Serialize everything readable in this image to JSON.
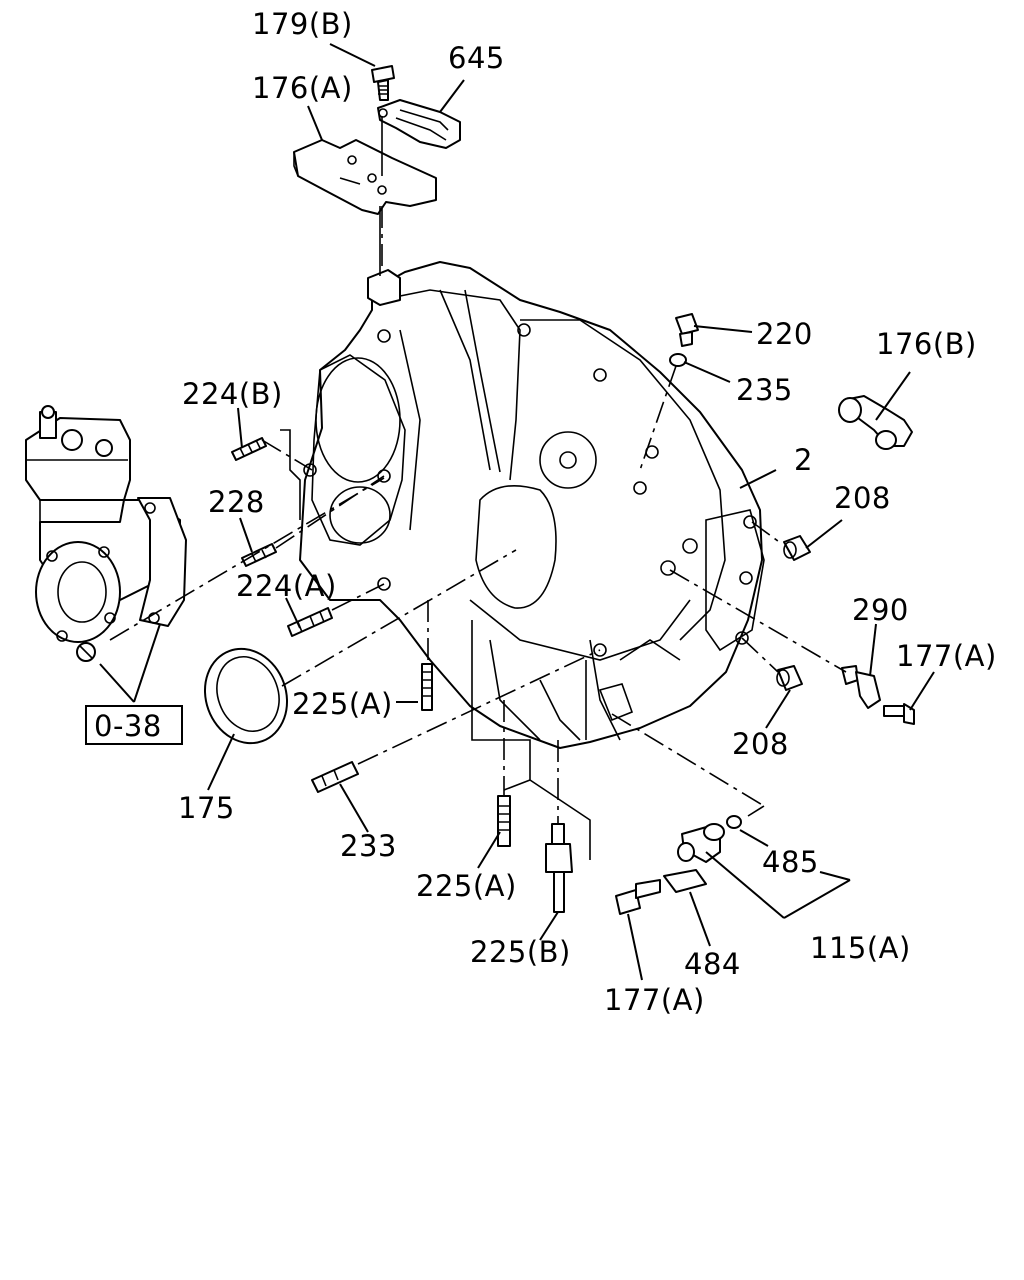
{
  "diagram": {
    "callouts": [
      "179(B)",
      "645",
      "176(A)",
      "220",
      "176(B)",
      "235",
      "224(B)",
      "2",
      "208",
      "228",
      "224(A)",
      "290",
      "177(A)",
      "225(A)",
      "208",
      "175",
      "233",
      "485",
      "225(A)",
      "115(A)",
      "225(B)",
      "484",
      "177(A)"
    ],
    "reference_box": "0-38"
  }
}
